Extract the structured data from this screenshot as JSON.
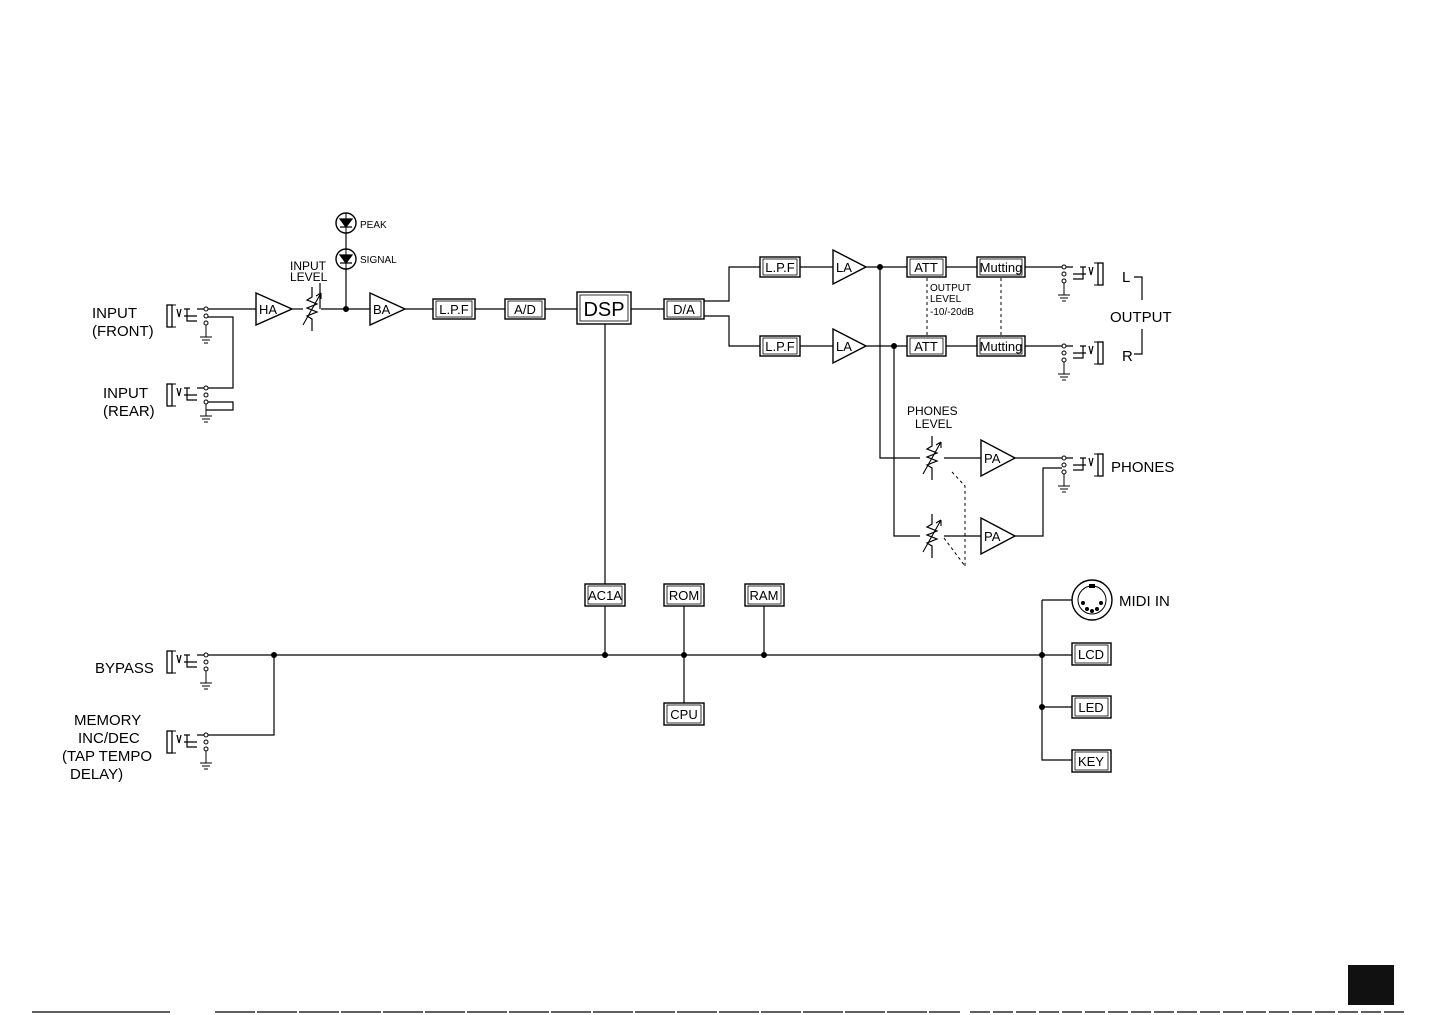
{
  "labels": {
    "input_front": [
      "INPUT",
      "(FRONT)"
    ],
    "input_rear": [
      "INPUT",
      "(REAR)"
    ],
    "input_level": [
      "INPUT",
      "LEVEL"
    ],
    "peak": "PEAK",
    "signal": "SIGNAL",
    "output_level": [
      "OUTPUT",
      "LEVEL",
      "-10/-20dB"
    ],
    "output": "OUTPUT",
    "out_l": "L",
    "out_r": "R",
    "phones_level": [
      "PHONES",
      "LEVEL"
    ],
    "phones": "PHONES",
    "midi_in": "MIDI IN",
    "bypass": "BYPASS",
    "memory": [
      "MEMORY",
      "INC/DEC",
      "(TAP TEMPO",
      "DELAY)"
    ]
  },
  "blocks": {
    "lpf_in": "L.P.F",
    "ad": "A/D",
    "dsp": "DSP",
    "da": "D/A",
    "lpf_l": "L.P.F",
    "lpf_r": "L.P.F",
    "att_l": "ATT",
    "att_r": "ATT",
    "mute_l": "Mutting",
    "mute_r": "Mutting",
    "ac1a": "AC1A",
    "rom": "ROM",
    "ram": "RAM",
    "cpu": "CPU",
    "lcd": "LCD",
    "led": "LED",
    "key": "KEY"
  },
  "amps": {
    "ha": "HA",
    "ba": "BA",
    "la_l": "LA",
    "la_r": "LA",
    "pa_l": "PA",
    "pa_r": "PA"
  }
}
